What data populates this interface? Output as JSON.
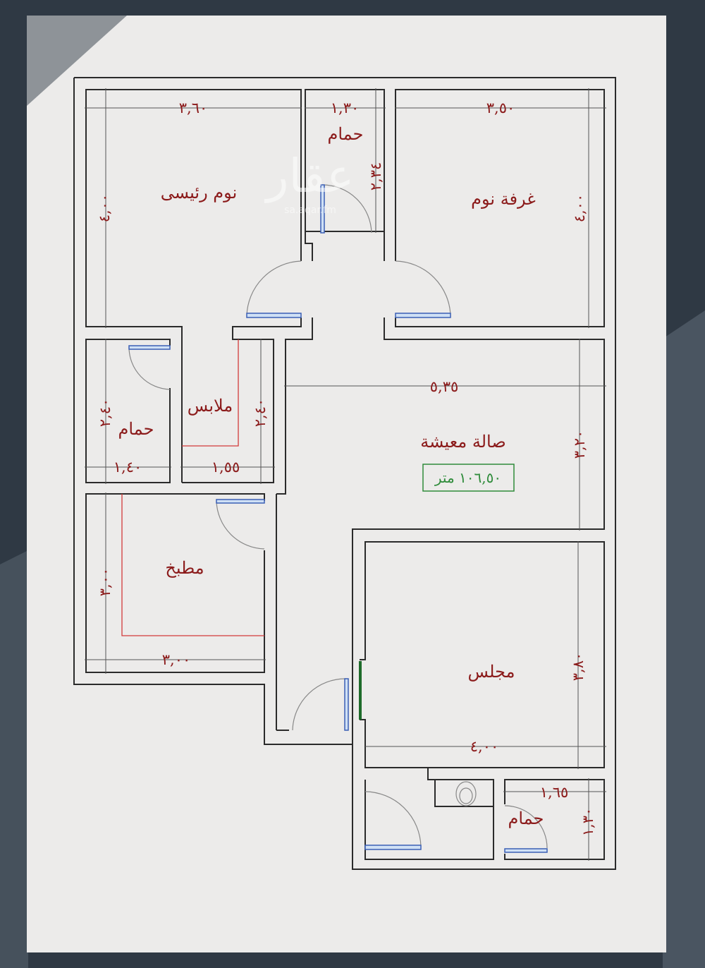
{
  "watermark": {
    "logo": "عقار",
    "site": "sa.aqar.fm"
  },
  "rooms": {
    "master_bedroom": "نوم رئيسى",
    "top_bathroom": "حمام",
    "bedroom": "غرفة نوم",
    "left_bathroom": "حمام",
    "closet": "ملابس",
    "living": "صالة معيشة",
    "kitchen": "مطبخ",
    "majlis": "مجلس",
    "bottom_bathroom": "حمام"
  },
  "living_area": "١٠٦,٥٠ متر",
  "dimensions": {
    "master_width": "٣,٦٠",
    "master_height": "٤,٠٠",
    "top_bath_width": "١,٣٠",
    "top_bath_height": "٢,٣٤",
    "bedroom_width": "٣,٥٠",
    "bedroom_height": "٤,٠٠",
    "living_width": "٥,٣٥",
    "living_height": "٣,٢٠",
    "left_bath_width": "١,٤٠",
    "left_bath_height": "٢,٤٠",
    "closet_width": "١,٥٥",
    "closet_height": "٢,٤٠",
    "kitchen_width": "٣,٠٠",
    "kitchen_height": "٣,٠٠",
    "majlis_width": "٤,٠٠",
    "majlis_height": "٣,٨٠",
    "bottom_bath_width": "١,٦٥",
    "bottom_bath_height": "١,٣٠"
  },
  "colors": {
    "walls": "#2b2b2b",
    "labels": "#8b1a1a",
    "area_box": "#2e8b3a",
    "paper": "#ecebea",
    "background": "#2f3944"
  }
}
